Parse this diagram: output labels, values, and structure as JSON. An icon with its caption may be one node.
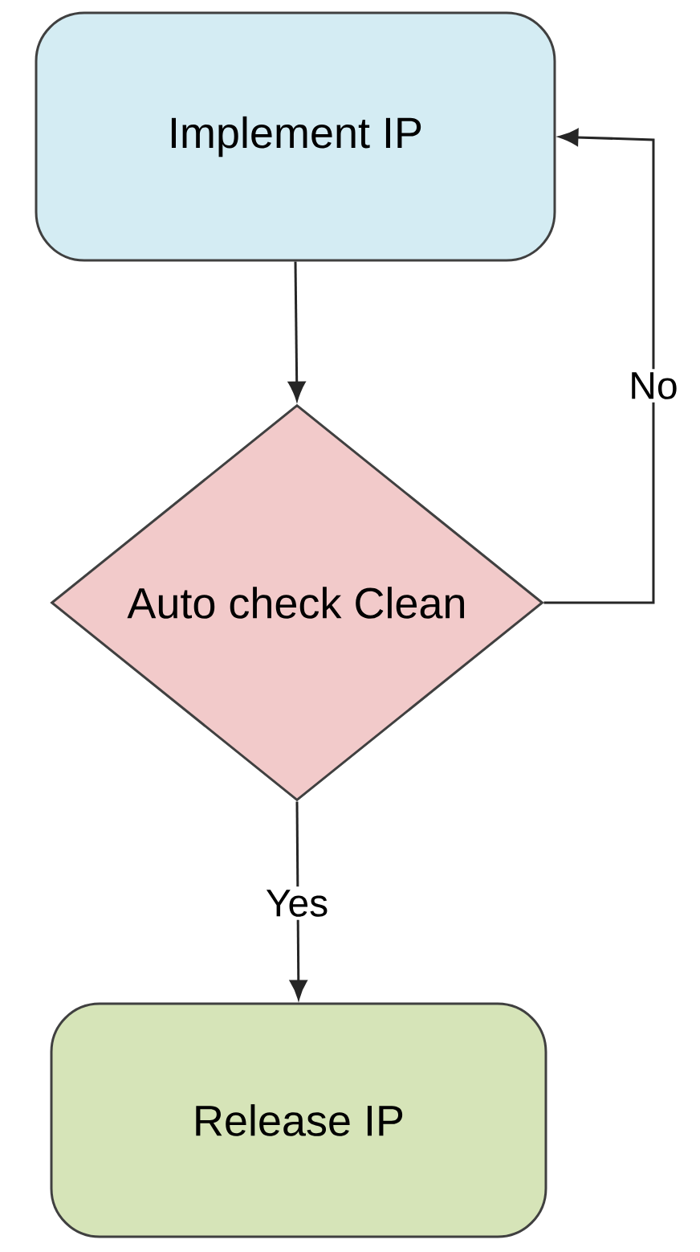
{
  "diagram": {
    "nodes": [
      {
        "text": [
          "Implement IP"
        ]
      },
      {
        "text": [
          "Auto check Clean"
        ]
      },
      {
        "text": [
          "Release IP"
        ]
      }
    ],
    "edges": [
      {
        "from": 0,
        "to": 1,
        "arrow": "to"
      },
      {
        "from": 1,
        "to": 2,
        "arrow": "to",
        "label": "Yes"
      },
      {
        "from": 1,
        "to": 0,
        "arrow": "to",
        "label": "No"
      }
    ]
  }
}
